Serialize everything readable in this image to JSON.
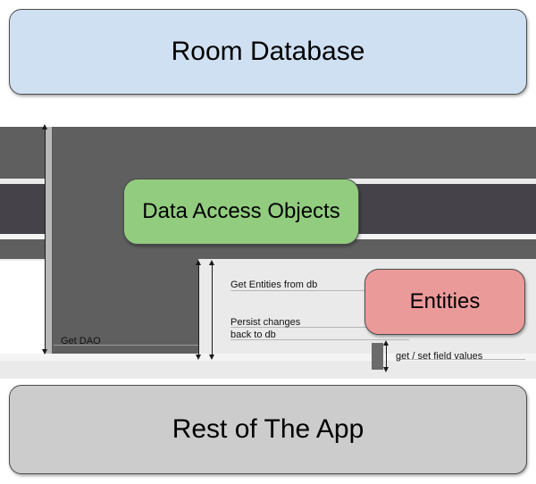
{
  "diagram": {
    "title": "Room Database architecture diagram",
    "nodes": [
      {
        "id": "room",
        "label": "Room Database",
        "color": "#cfe0f2"
      },
      {
        "id": "dao",
        "label": "Data Access Objects",
        "color": "#92cc7f"
      },
      {
        "id": "entities",
        "label": "Entities",
        "color": "#eb9a9a"
      },
      {
        "id": "rest",
        "label": "Rest of The App",
        "color": "#cccccc"
      }
    ],
    "edges": [
      {
        "id": "get-dao",
        "label": "Get DAO"
      },
      {
        "id": "get-entities",
        "label": "Get Entities from db"
      },
      {
        "id": "persist",
        "label": "Persist changes\nback to db"
      },
      {
        "id": "get-set",
        "label": "get / set field values"
      }
    ]
  }
}
